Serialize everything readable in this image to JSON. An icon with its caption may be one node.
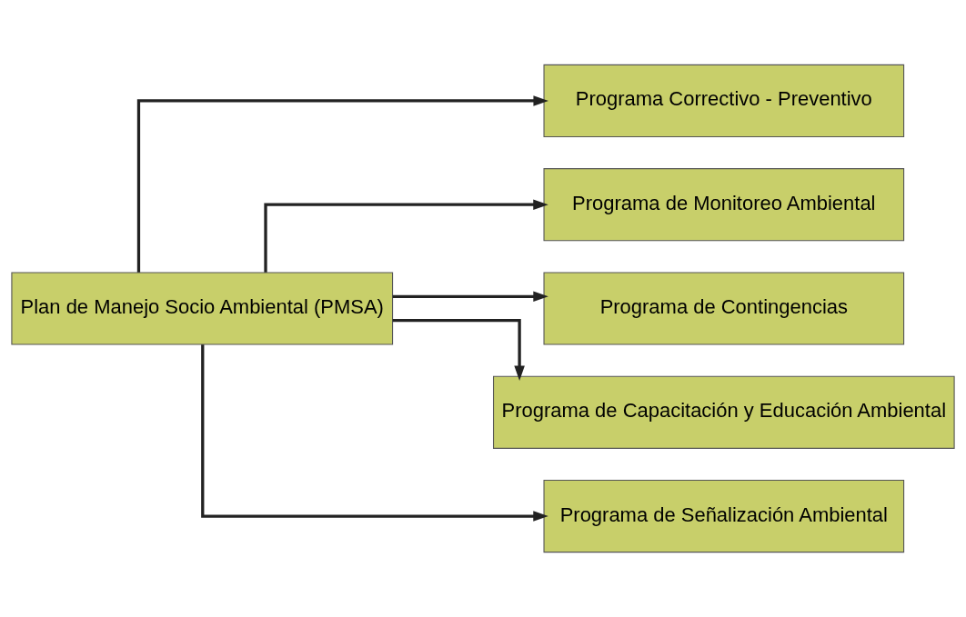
{
  "diagram": {
    "nodes": [
      {
        "text": [
          "Plan de Manejo Socio Ambiental (PMSA)"
        ]
      },
      {
        "text": [
          "Programa Correctivo - Preventivo"
        ]
      },
      {
        "text": [
          "Programa de Monitoreo Ambiental"
        ]
      },
      {
        "text": [
          "Programa de Contingencias"
        ]
      },
      {
        "text": [
          "Programa de Capacitación y Educación Ambiental"
        ]
      },
      {
        "text": [
          "Programa de Señalización Ambiental"
        ]
      }
    ],
    "edges": [
      {
        "from": 0,
        "to": 1,
        "arrow": "to"
      },
      {
        "from": 0,
        "to": 2,
        "arrow": "to"
      },
      {
        "from": 0,
        "to": 3,
        "arrow": "to"
      },
      {
        "from": 0,
        "to": 4,
        "arrow": "to"
      },
      {
        "from": 0,
        "to": 5,
        "arrow": "to"
      }
    ]
  }
}
